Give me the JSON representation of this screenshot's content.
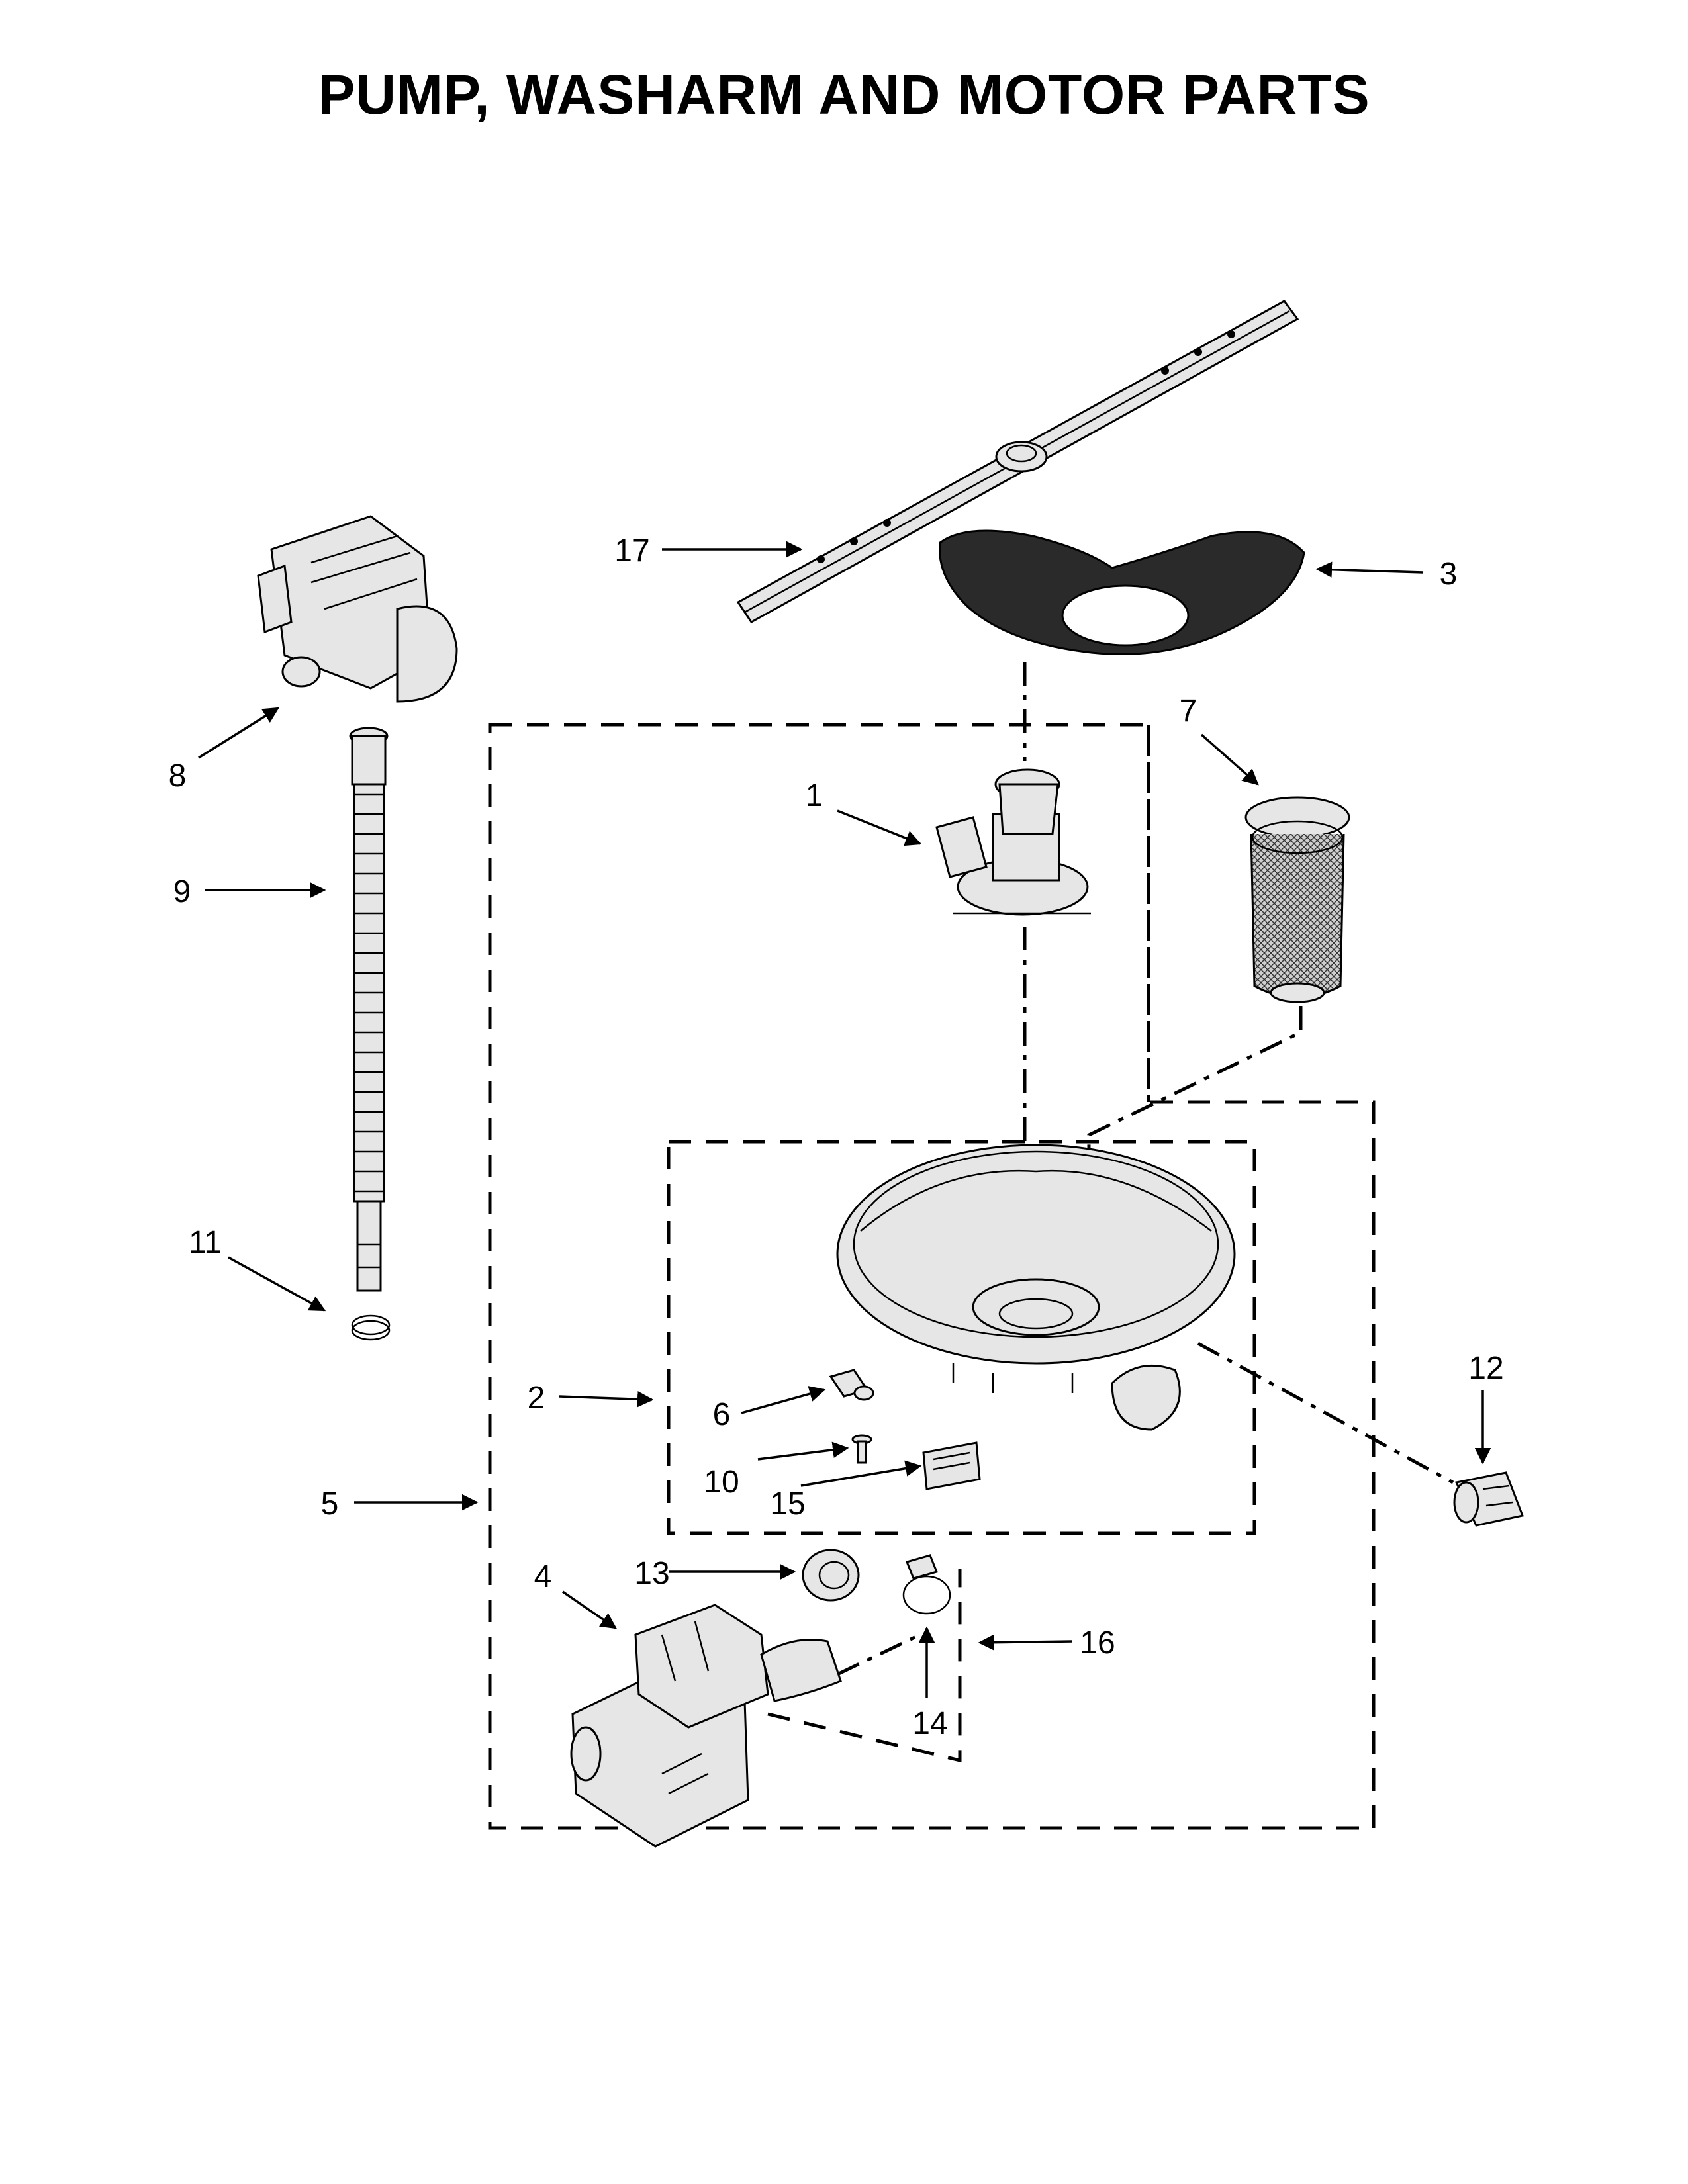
{
  "page": {
    "title": "PUMP, WASHARM AND MOTOR PARTS"
  },
  "callouts": [
    {
      "id": "c1",
      "label": "1"
    },
    {
      "id": "c2",
      "label": "2"
    },
    {
      "id": "c3",
      "label": "3"
    },
    {
      "id": "c4",
      "label": "4"
    },
    {
      "id": "c5",
      "label": "5"
    },
    {
      "id": "c6",
      "label": "6"
    },
    {
      "id": "c7",
      "label": "7"
    },
    {
      "id": "c8",
      "label": "8"
    },
    {
      "id": "c9",
      "label": "9"
    },
    {
      "id": "c10",
      "label": "10"
    },
    {
      "id": "c11",
      "label": "11"
    },
    {
      "id": "c12",
      "label": "12"
    },
    {
      "id": "c13",
      "label": "13"
    },
    {
      "id": "c14",
      "label": "14"
    },
    {
      "id": "c15",
      "label": "15"
    },
    {
      "id": "c16",
      "label": "16"
    },
    {
      "id": "c17",
      "label": "17"
    }
  ]
}
